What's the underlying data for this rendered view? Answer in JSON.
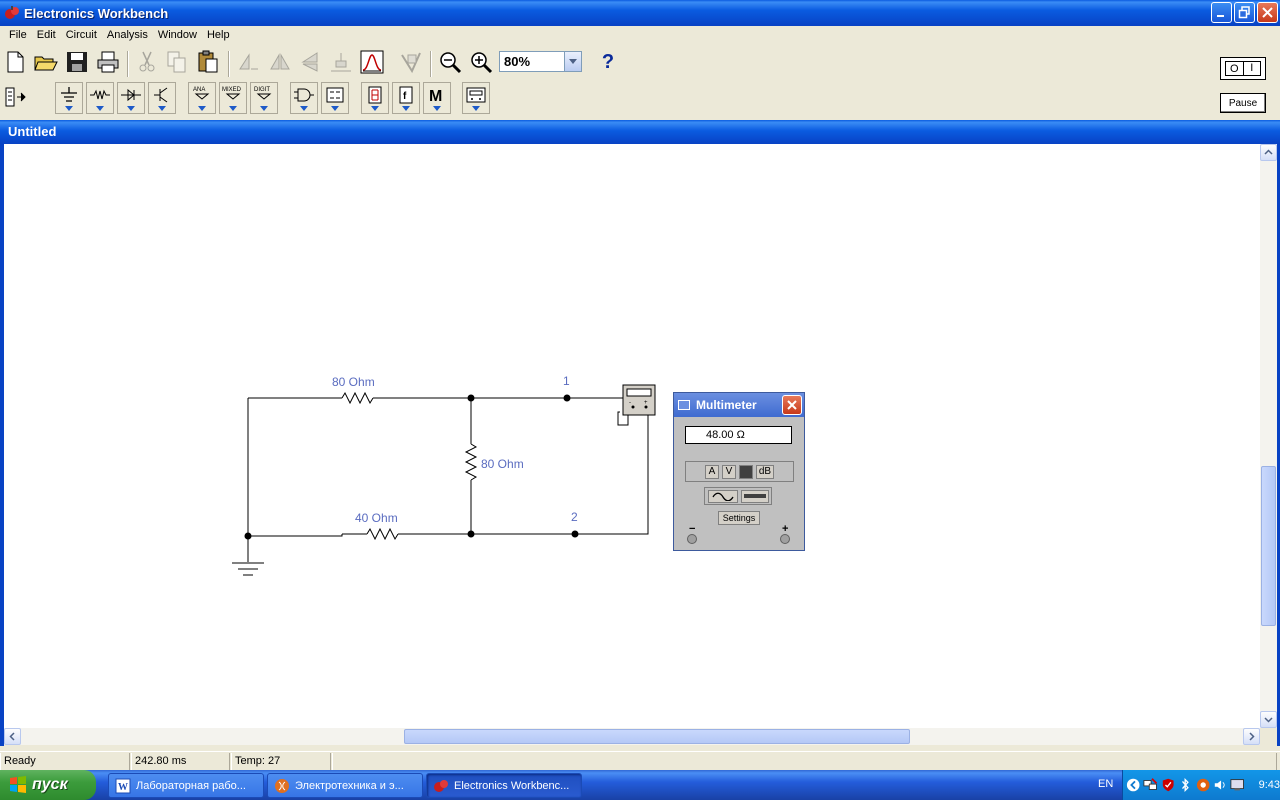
{
  "window": {
    "title": "Electronics Workbench"
  },
  "menu": [
    "File",
    "Edit",
    "Circuit",
    "Analysis",
    "Window",
    "Help"
  ],
  "toolbar": {
    "zoom": "80%",
    "help": "?"
  },
  "parts_bins": [
    "sources",
    "basic",
    "diodes",
    "transistors",
    "ANA",
    "MIXED",
    "DIGIT",
    "gates",
    "flip-flops",
    "indicators",
    "controls",
    "M",
    "instruments"
  ],
  "parts_labels": {
    "ana": "ANA",
    "mixed": "MIXED",
    "digit": "DIGIT",
    "misc": "M"
  },
  "sim": {
    "switch_off": "O",
    "switch_on": "I",
    "pause": "Pause"
  },
  "document": {
    "title": "Untitled"
  },
  "circuit": {
    "r1": "80  Ohm",
    "r2": "80  Ohm",
    "r3": "40  Ohm",
    "node1": "1",
    "node2": "2"
  },
  "multimeter": {
    "title": "Multimeter",
    "reading": "48.00  Ω",
    "modes": [
      "A",
      "V",
      "Ω",
      "dB"
    ],
    "active_mode": "Ω",
    "settings": "Settings",
    "minus": "−",
    "plus": "+"
  },
  "status": {
    "state": "Ready",
    "time": "242.80 ms",
    "temp": "Temp:  27"
  },
  "taskbar": {
    "start": "пуск",
    "tasks": [
      "Лабораторная рабо...",
      "Электротехника и э...",
      "Electronics Workbenc..."
    ],
    "lang": "EN",
    "clock": "9:43"
  },
  "colors": {
    "xp_blue": "#0A5BE0",
    "label_blue": "#5A6CC0",
    "wire": "#000000"
  }
}
